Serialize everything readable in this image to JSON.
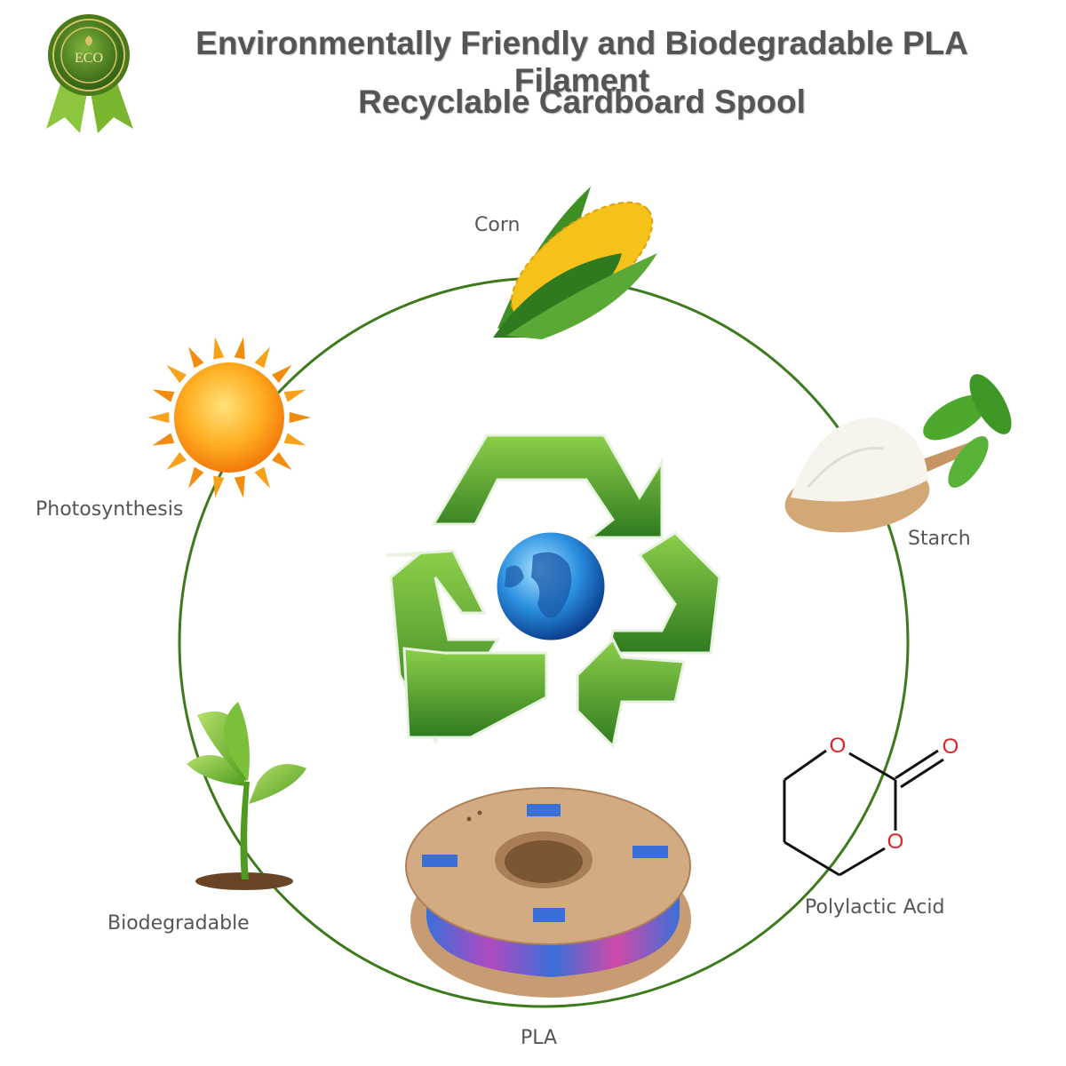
{
  "header": {
    "badge_text": "ECO",
    "title": "Environmentally Friendly and Biodegradable PLA Filament",
    "subtitle": "Recyclable Cardboard Spool"
  },
  "cycle": {
    "corn": "Corn",
    "starch": "Starch",
    "polylactic_acid": "Polylactic Acid",
    "pla": "PLA",
    "biodegradable": "Biodegradable",
    "photosynthesis": "Photosynthesis"
  },
  "molecule": {
    "atom_1": "O",
    "atom_2": "O",
    "atom_3": "O"
  },
  "colors": {
    "circle": "#3c7a1c",
    "title_text": "#555555",
    "recycle_green": "#4c9a2a",
    "globe_blue": "#1f7fd0",
    "spool_cardboard": "#c9a07a",
    "filament_blue": "#3a6fd8",
    "filament_pink": "#d04aa8",
    "oxygen_red": "#e02020"
  },
  "icons": [
    "eco-badge-icon",
    "corn-icon",
    "starch-spoon-icon",
    "molecule-icon",
    "spool-icon",
    "sprout-icon",
    "sun-icon",
    "recycle-globe-icon"
  ]
}
